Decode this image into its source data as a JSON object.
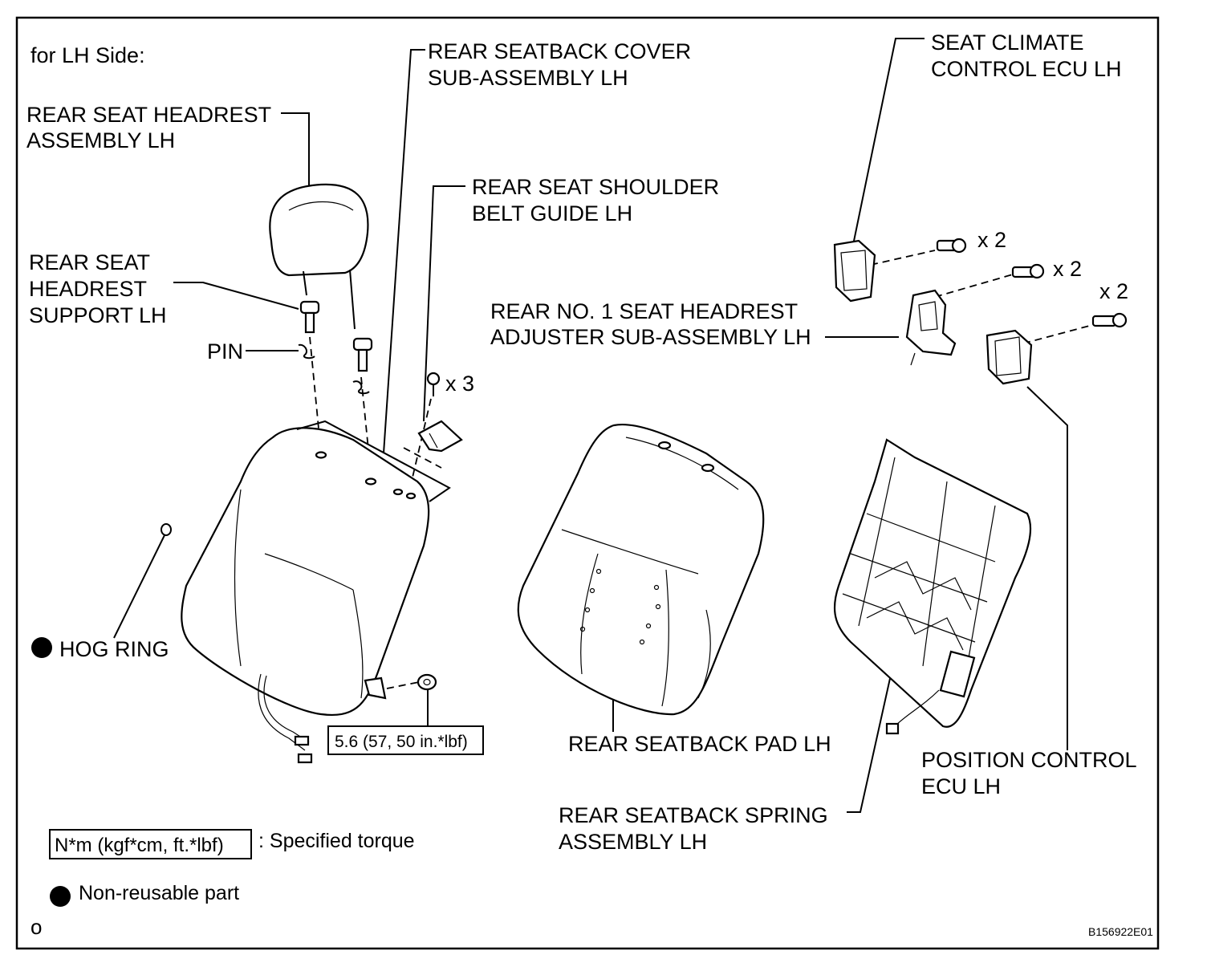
{
  "diagram": {
    "side_label": "for LH Side:",
    "figure_id": "B156922E01",
    "corner_mark": "o",
    "labels": {
      "seatback_cover_l1": "REAR SEATBACK COVER",
      "seatback_cover_l2": "SUB-ASSEMBLY LH",
      "seat_climate_l1": "SEAT CLIMATE",
      "seat_climate_l2": "CONTROL ECU LH",
      "headrest_assy_l1": "REAR SEAT HEADREST",
      "headrest_assy_l2": "ASSEMBLY LH",
      "shoulder_belt_l1": "REAR SEAT SHOULDER",
      "shoulder_belt_l2": "BELT GUIDE LH",
      "headrest_support_l1": "REAR SEAT",
      "headrest_support_l2": "HEADREST",
      "headrest_support_l3": "SUPPORT LH",
      "pin": "PIN",
      "headrest_adjuster_l1": "REAR NO. 1 SEAT HEADREST",
      "headrest_adjuster_l2": "ADJUSTER SUB-ASSEMBLY LH",
      "hog_ring": "HOG RING",
      "seatback_pad": "REAR SEATBACK PAD LH",
      "position_ecu_l1": "POSITION CONTROL",
      "position_ecu_l2": "ECU  LH",
      "spring_assy_l1": "REAR SEATBACK SPRING",
      "spring_assy_l2": "ASSEMBLY LH"
    },
    "quantities": {
      "bolts_climate": "x 2",
      "bolts_adjuster": "x 2",
      "bolts_position": "x 2",
      "screws_belt_guide": "x 3"
    },
    "torque_value": "5.6 (57, 50 in.*lbf)",
    "legend": {
      "torque_box": "N*m (kgf*cm, ft.*lbf)",
      "torque_text": ": Specified torque",
      "non_reusable": "Non-reusable part"
    }
  }
}
